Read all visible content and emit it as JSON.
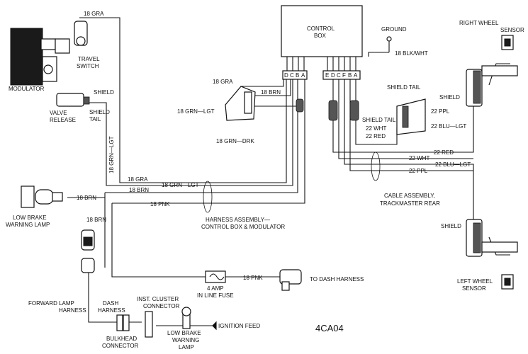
{
  "labels": {
    "wire_18_gra_top": "18 GRA",
    "travel_switch": [
      "TRAVEL",
      "SWITCH"
    ],
    "modulator": "MODULATOR",
    "valve_release": [
      "VALVE",
      "RELEASE"
    ],
    "shield_left": "SHIELD",
    "shield_tail_left": [
      "SHIELD",
      "TAIL"
    ],
    "wire_18_grn_lgt_vertical": "18 GRN—LGT",
    "control_box": [
      "CONTROL",
      "BOX"
    ],
    "ground": "GROUND",
    "wire_18_blk_wht": "18 BLK/WHT",
    "right_wheel_sensor": [
      "RIGHT WHEEL",
      "SENSOR"
    ],
    "conn_left_pins": [
      "D",
      "C",
      "B",
      "A"
    ],
    "conn_right_pins": [
      "E",
      "D",
      "C",
      "F",
      "B",
      "A"
    ],
    "wire_18_gra_conn": "18 GRA",
    "wire_18_brn_conn": "18 BRN",
    "wire_18_grn_lgt_conn": "18 GRN—LGT",
    "wire_18_grn_drk": "18 GRN—DRK",
    "shield_tail_top": "SHIELD TAIL",
    "shield_right_top": "SHIELD",
    "shield_tail_mid": "SHIELD TAIL",
    "wire_22_ppl_conn": "22 PPL",
    "wire_22_wht_conn": "22 WHT",
    "wire_22_blu_lgt_conn": "22 BLU—LGT",
    "wire_22_red_conn": "22 RED",
    "wire_22_red": "22 RED",
    "wire_22_wht": "22 WHT",
    "wire_22_blu_lgt": "22 BLU—LGT",
    "wire_22_ppl": "22 PPL",
    "wire_18_gra_bus": "18 GRA",
    "wire_18_grn_lgt_bus": "18 GRN—LGT",
    "wire_18_brn_bus": "18 BRN",
    "wire_18_brn_lamp": "18 BRN",
    "low_brake_lamp_left": [
      "LOW BRAKE",
      "WARNING LAMP"
    ],
    "wire_18_pnk_bus": "18 PNK",
    "harness_assembly": [
      "HARNESS ASSEMBLY—",
      "CONTROL BOX & MODULATOR"
    ],
    "cable_assembly": [
      "CABLE ASSEMBLY,",
      "TRACKMASTER REAR"
    ],
    "wire_18_brn_down": "18 BRN",
    "shield_right_bottom": "SHIELD",
    "left_wheel_sensor": [
      "LEFT WHEEL",
      "SENSOR"
    ],
    "in_line_fuse": [
      "4 AMP",
      "IN LINE FUSE"
    ],
    "wire_18_pnk_dash": "18 PNK",
    "to_dash_harness": "TO DASH HARNESS",
    "forward_lamp_harness": [
      "FORWARD LAMP",
      "HARNESS"
    ],
    "dash_harness": [
      "DASH",
      "HARNESS"
    ],
    "inst_cluster_connector": [
      "INST. CLUSTER",
      "CONNECTOR"
    ],
    "bulkhead_connector": [
      "BULKHEAD",
      "CONNECTOR"
    ],
    "low_brake_lamp_bottom": [
      "LOW BRAKE",
      "WARNING",
      "LAMP"
    ],
    "ignition_feed": "IGNITION FEED",
    "figure_code": "4CA04"
  }
}
